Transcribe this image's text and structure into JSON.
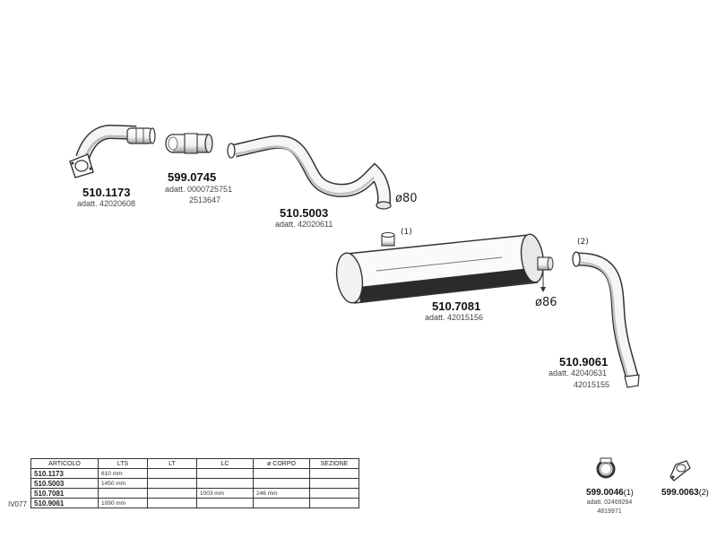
{
  "parts": [
    {
      "id": "p1",
      "code": "510.1173",
      "refs": [
        "adatt. 42020608"
      ]
    },
    {
      "id": "p2",
      "code": "599.0745",
      "refs": [
        "adatt. 0000725751",
        "2513647"
      ]
    },
    {
      "id": "p3",
      "code": "510.5003",
      "refs": [
        "adatt. 42020611"
      ]
    },
    {
      "id": "p4",
      "code": "510.7081",
      "refs": [
        "adatt. 42015156"
      ]
    },
    {
      "id": "p5",
      "code": "510.9061",
      "refs": [
        "adatt. 42040631",
        "42015155"
      ]
    }
  ],
  "diameters": {
    "d80": "ø80",
    "d86": "ø86"
  },
  "markers": {
    "m1": "(1)",
    "m2": "(2)"
  },
  "accessories": [
    {
      "code": "599.0046",
      "index": "(1)",
      "refs": [
        "adatt. 02469264",
        "4819971"
      ]
    },
    {
      "code": "599.0063",
      "index": "(2)",
      "refs": []
    }
  ],
  "table": {
    "ref": "IV077",
    "headers": [
      "ARTICOLO",
      "LTS",
      "LT",
      "LC",
      "ø CORPO",
      "SEZIONE"
    ],
    "rows": [
      [
        "510.1173",
        "610 mm",
        "",
        "",
        "",
        ""
      ],
      [
        "510.5003",
        "1450 mm",
        "",
        "",
        "",
        ""
      ],
      [
        "510.7081",
        "",
        "",
        "1003 mm",
        "246 mm",
        ""
      ],
      [
        "510.9061",
        "1090 mm",
        "",
        "",
        "",
        ""
      ]
    ]
  }
}
